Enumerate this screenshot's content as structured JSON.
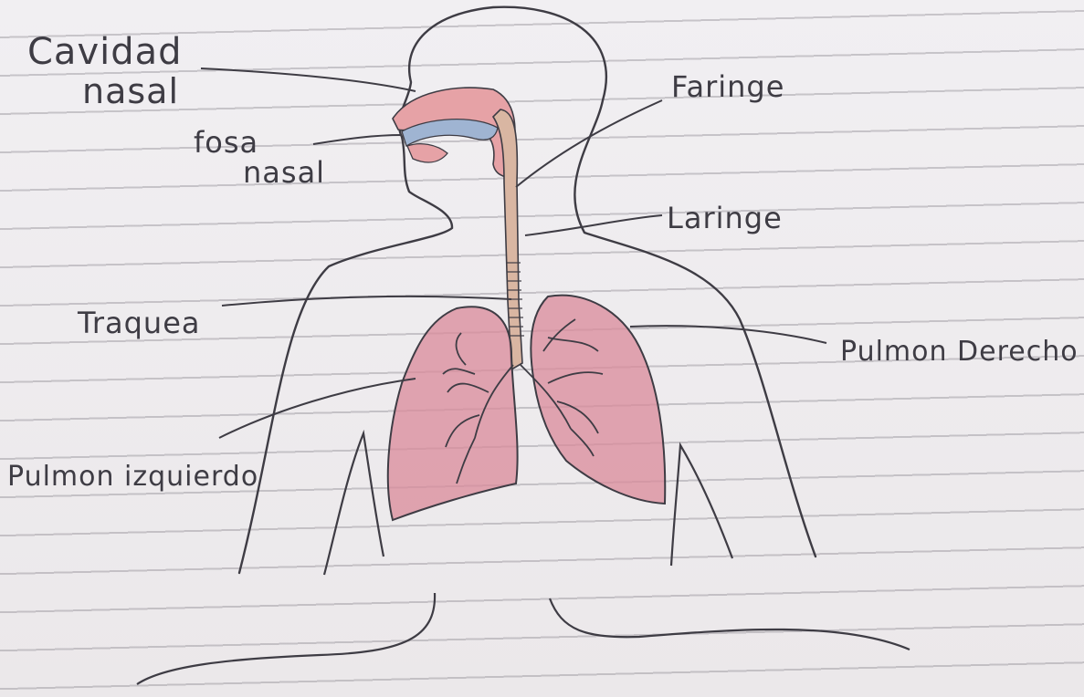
{
  "diagram": {
    "labels": {
      "cavidad_nasal_1": "Cavidad",
      "cavidad_nasal_2": "nasal",
      "fosa_nasal_1": "fosa",
      "fosa_nasal_2": "nasal",
      "faringe": "Faringe",
      "laringe": "Laringe",
      "traquea": "Traquea",
      "pulmon_derecho": "Pulmon Derecho",
      "pulmon_izquierdo": "Pulmon izquierdo"
    },
    "colors": {
      "ink": "#3e3c44",
      "lung_fill": "#d98a9a",
      "airway_pink": "#e6a2a6",
      "nasal_blue": "#9fb4d2",
      "trachea_fill": "#d9b6a2"
    }
  }
}
